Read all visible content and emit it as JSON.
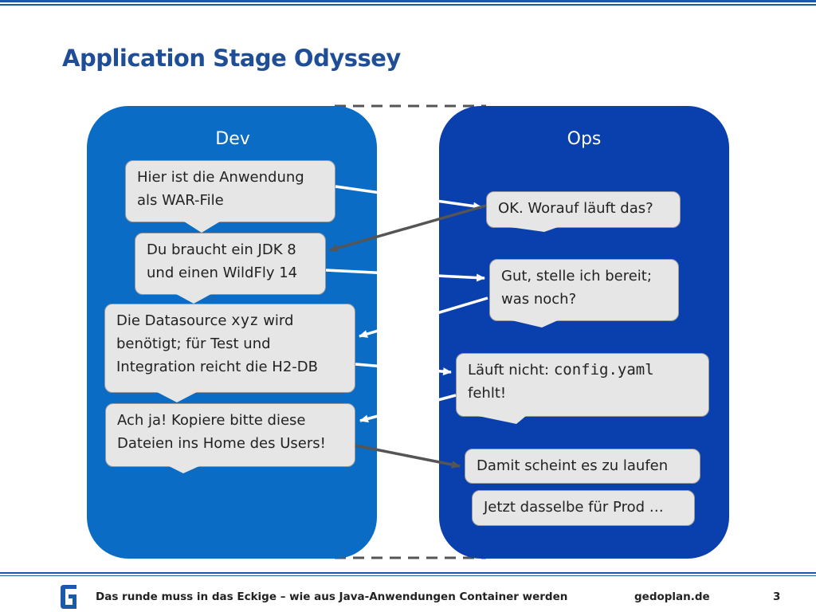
{
  "title": "Application Stage Odyssey",
  "columns": {
    "dev": {
      "label": "Dev",
      "color": "#0a6cc4"
    },
    "ops": {
      "label": "Ops",
      "color": "#0a3fae"
    }
  },
  "messages": {
    "dev1": {
      "line1": "Hier ist die Anwendung",
      "line2": "als WAR-File"
    },
    "ops1": {
      "line1": "OK. Worauf läuft das?"
    },
    "dev2": {
      "line1": "Du braucht ein JDK 8",
      "line2": "und einen WildFly 14"
    },
    "ops2": {
      "line1": "Gut, stelle ich bereit;",
      "line2": "was noch?"
    },
    "dev3": {
      "line1_pre": "Die Datasource ",
      "line1_code": "xyz",
      "line1_post": " wird",
      "line2": "benötigt; für Test und",
      "line3": "Integration reicht die H2-DB"
    },
    "ops3": {
      "line1_pre": "Läuft nicht: ",
      "line1_code": "config.yaml",
      "line2": "fehlt!"
    },
    "dev4": {
      "line1": "Ach ja! Kopiere bitte diese",
      "line2": "Dateien ins Home des Users!"
    },
    "ops4": {
      "line1": "Damit scheint es zu laufen"
    },
    "ops5": {
      "line1": "Jetzt dasselbe für Prod …"
    }
  },
  "footer": {
    "text": "Das runde muss in das Eckige – wie aus Java-Anwendungen Container werden",
    "site": "gedoplan.de",
    "page": "3"
  }
}
